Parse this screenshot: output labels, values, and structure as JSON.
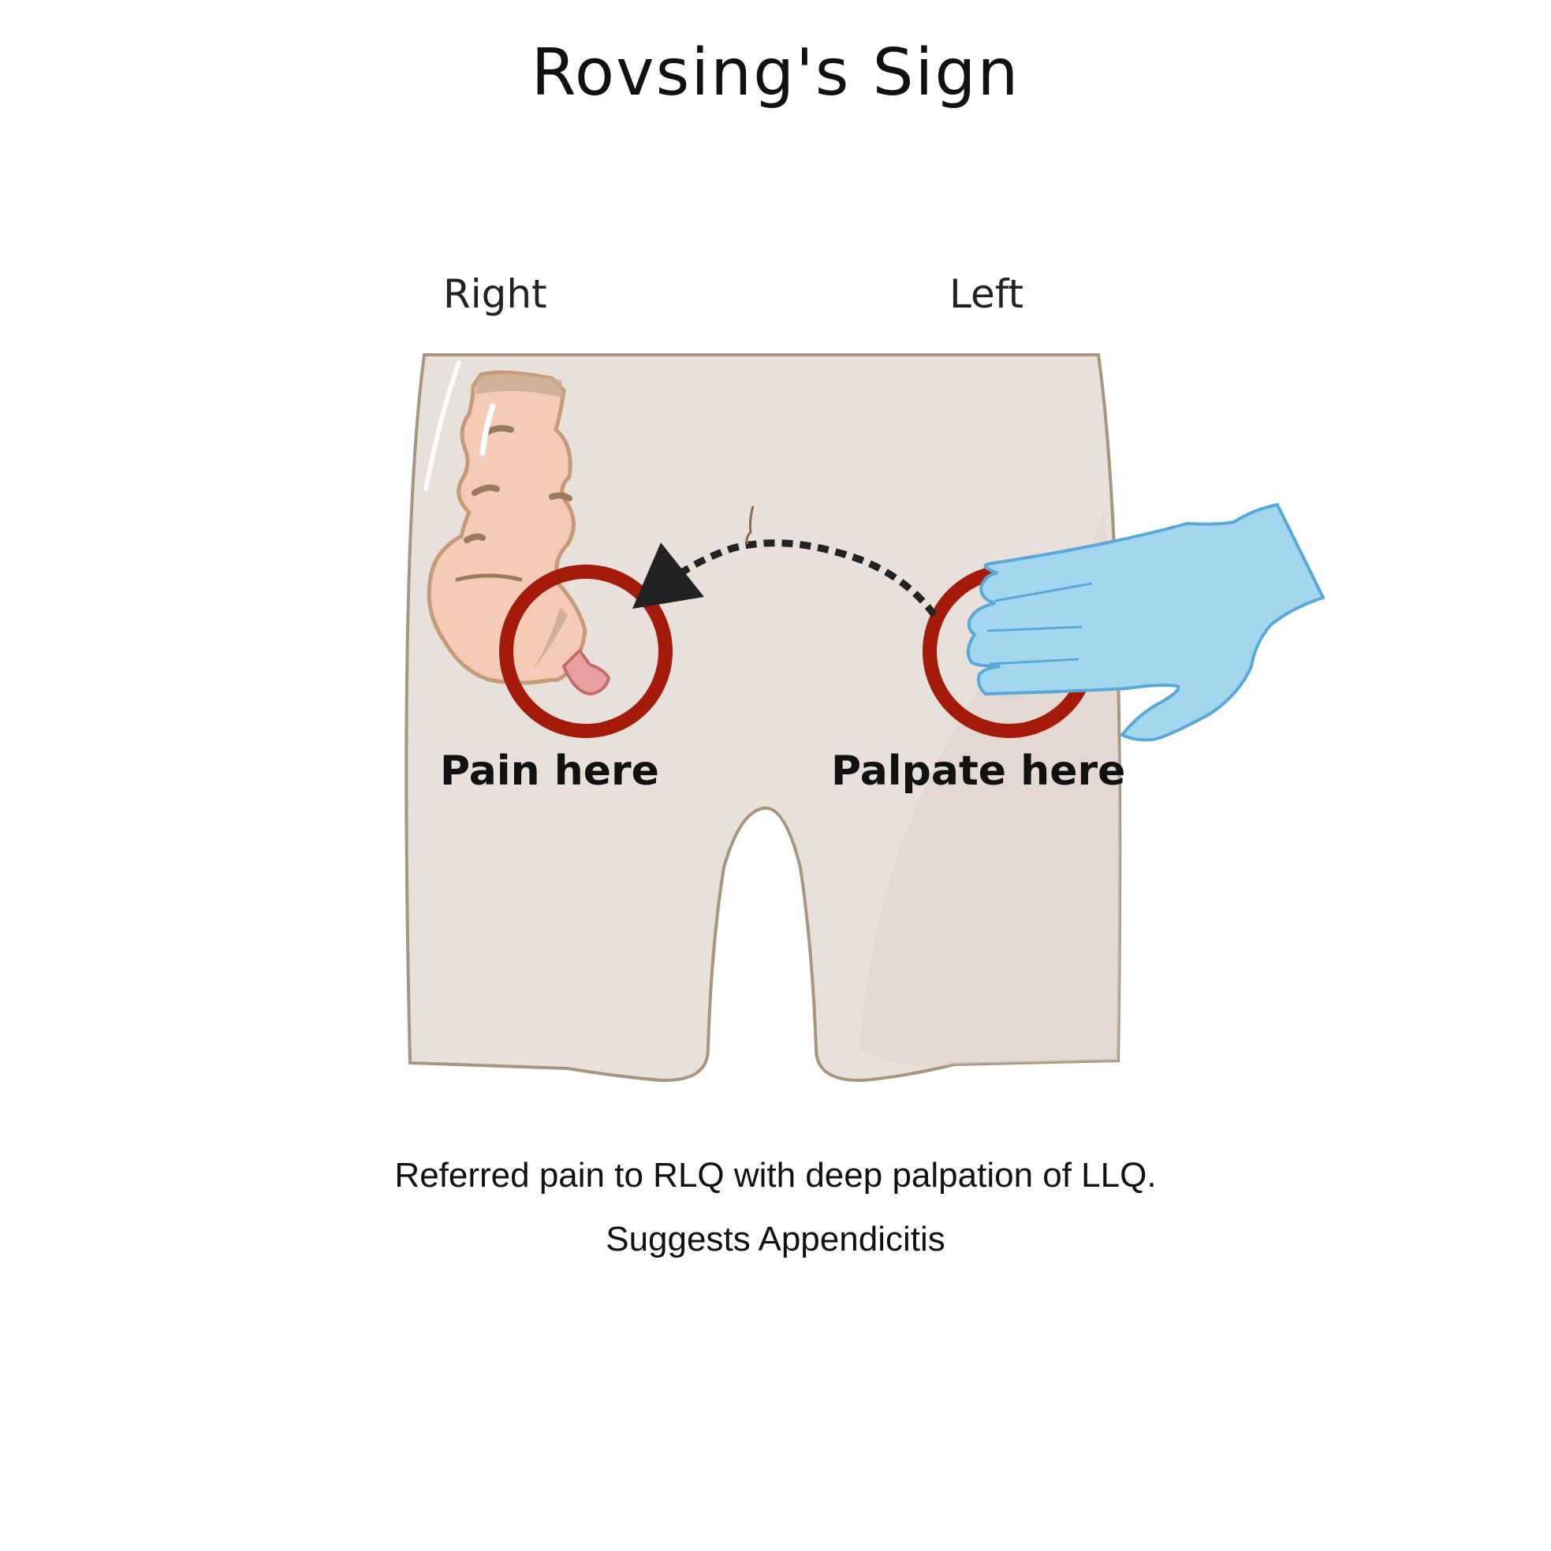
{
  "title": "Rovsing's Sign",
  "orientation": {
    "right_label": "Right",
    "left_label": "Left"
  },
  "markers": {
    "pain": {
      "label": "Pain here",
      "color": "#a51b0b"
    },
    "palpate": {
      "label": "Palpate here",
      "color": "#a51b0b"
    }
  },
  "caption": {
    "line1": "Referred pain to RLQ with deep palpation of LLQ.",
    "line2": "Suggests Appendicitis"
  },
  "colors": {
    "body_fill": "#e8e0da",
    "body_outline": "#a8957f",
    "colon_fill": "#f3cbb6",
    "colon_outline": "#c49a78",
    "appendix_fill": "#e8a0a0",
    "glove_fill": "#a3d6ef",
    "glove_outline": "#5aa8d8",
    "arrow": "#222222"
  }
}
